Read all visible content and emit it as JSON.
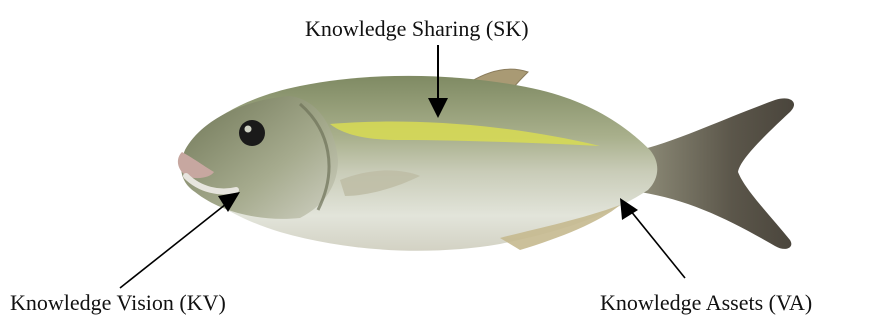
{
  "labels": {
    "knowledge_sharing": "Knowledge Sharing (SK)",
    "knowledge_vision": "Knowledge Vision (KV)",
    "knowledge_assets": "Knowledge Assets (VA)"
  },
  "colors": {
    "body_back": "#8f9a72",
    "body_belly": "#dfe2d8",
    "stripe": "#d8dc52",
    "tail": "#5f5a4e",
    "fin": "#a99a74",
    "eye": "#1a1a1a",
    "arrow": "#000000"
  }
}
